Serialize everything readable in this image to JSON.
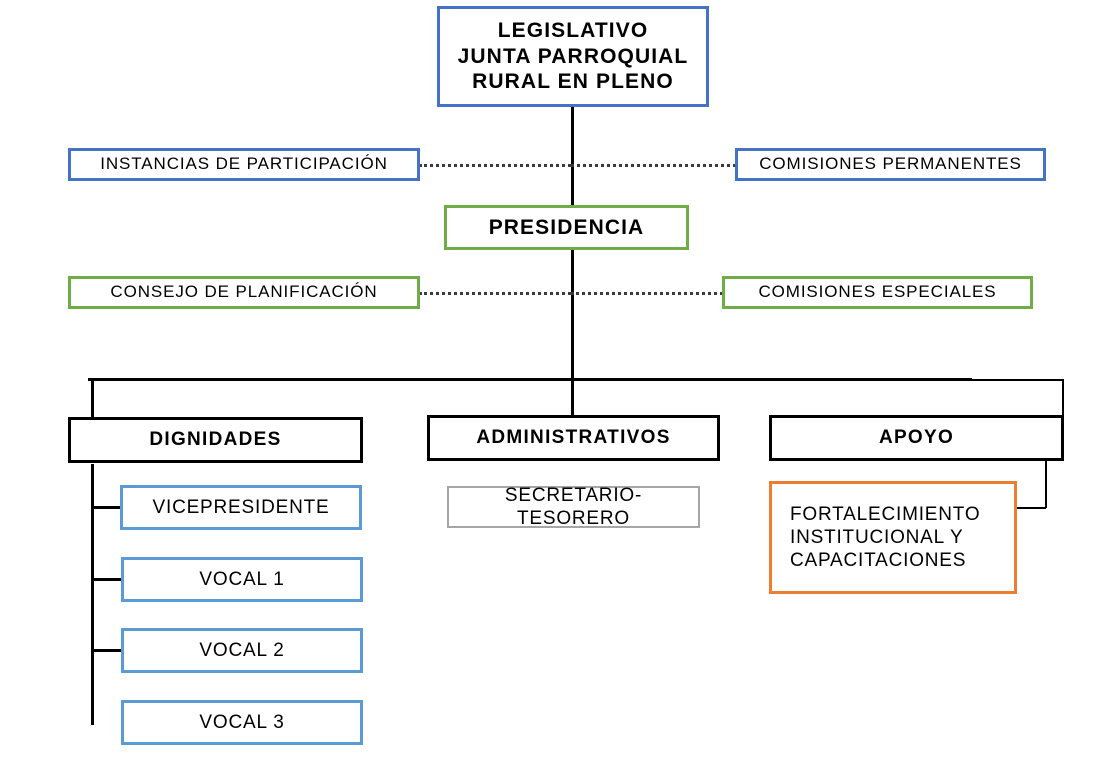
{
  "diagram": {
    "title": "Organigrama Junta Parroquial Rural",
    "type": "organizational-chart",
    "colors": {
      "blue": "#4472C4",
      "light_blue": "#5B9BD5",
      "green": "#70AD47",
      "orange": "#ED7D31",
      "black": "#000000",
      "gray": "#A6A6A6"
    }
  },
  "nodes": {
    "legislativo": {
      "line1": "LEGISLATIVO",
      "line2": "JUNTA PARROQUIAL",
      "line3": "RURAL EN PLENO"
    },
    "instancias_participacion": {
      "label": "INSTANCIAS DE PARTICIPACIÓN"
    },
    "comisiones_permanentes": {
      "label": "COMISIONES PERMANENTES"
    },
    "presidencia": {
      "label": "PRESIDENCIA"
    },
    "consejo_planificacion": {
      "label": "CONSEJO DE PLANIFICACIÓN"
    },
    "comisiones_especiales": {
      "label": "COMISIONES ESPECIALES"
    },
    "dignidades": {
      "label": "DIGNIDADES"
    },
    "administrativos": {
      "label": "ADMINISTRATIVOS"
    },
    "apoyo": {
      "label": "APOYO"
    },
    "vicepresidente": {
      "label": "VICEPRESIDENTE"
    },
    "vocal_1": {
      "label": "VOCAL 1"
    },
    "vocal_2": {
      "label": "VOCAL 2"
    },
    "vocal_3": {
      "label": "VOCAL 3"
    },
    "secretario_tesorero": {
      "label": "SECRETARIO-TESORERO"
    },
    "fortalecimiento": {
      "line1": "FORTALECIMIENTO",
      "line2": "INSTITUCIONAL   Y",
      "line3": "CAPACITACIONES"
    }
  }
}
